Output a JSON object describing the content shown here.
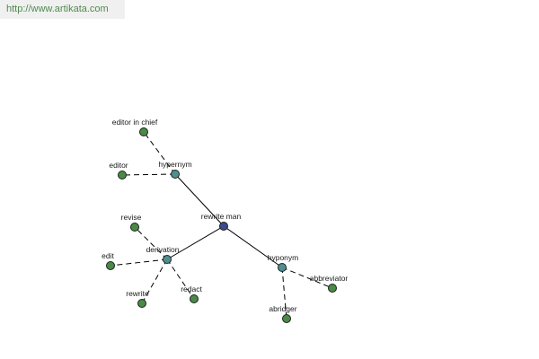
{
  "header": {
    "url_text": "http://www.artikata.com"
  },
  "colors": {
    "center": "#3b4a8e",
    "relation": "#4f8f8f",
    "leaf": "#4a8a45"
  },
  "graph": {
    "nodes": {
      "rewrite_man": {
        "label": "rewrite man",
        "kind": "center"
      },
      "hypernym": {
        "label": "hypernym",
        "kind": "relation"
      },
      "derivation": {
        "label": "derivation",
        "kind": "relation"
      },
      "hyponym": {
        "label": "hyponym",
        "kind": "relation"
      },
      "editor_in_chief": {
        "label": "editor in chief",
        "kind": "leaf"
      },
      "editor": {
        "label": "editor",
        "kind": "leaf"
      },
      "revise": {
        "label": "revise",
        "kind": "leaf"
      },
      "edit": {
        "label": "edit",
        "kind": "leaf"
      },
      "rewrite": {
        "label": "rewrite",
        "kind": "leaf"
      },
      "redact": {
        "label": "redact",
        "kind": "leaf"
      },
      "abbreviator": {
        "label": "abbreviator",
        "kind": "leaf"
      },
      "abridger": {
        "label": "abridger",
        "kind": "leaf"
      }
    },
    "edges": [
      {
        "from": "rewrite_man",
        "to": "hypernym",
        "style": "solid"
      },
      {
        "from": "rewrite_man",
        "to": "derivation",
        "style": "solid"
      },
      {
        "from": "rewrite_man",
        "to": "hyponym",
        "style": "solid"
      },
      {
        "from": "hypernym",
        "to": "editor_in_chief",
        "style": "dashed"
      },
      {
        "from": "hypernym",
        "to": "editor",
        "style": "dashed"
      },
      {
        "from": "derivation",
        "to": "revise",
        "style": "dashed"
      },
      {
        "from": "derivation",
        "to": "edit",
        "style": "dashed"
      },
      {
        "from": "derivation",
        "to": "rewrite",
        "style": "dashed"
      },
      {
        "from": "derivation",
        "to": "redact",
        "style": "dashed"
      },
      {
        "from": "hyponym",
        "to": "abbreviator",
        "style": "dashed"
      },
      {
        "from": "hyponym",
        "to": "abridger",
        "style": "dashed"
      }
    ]
  }
}
